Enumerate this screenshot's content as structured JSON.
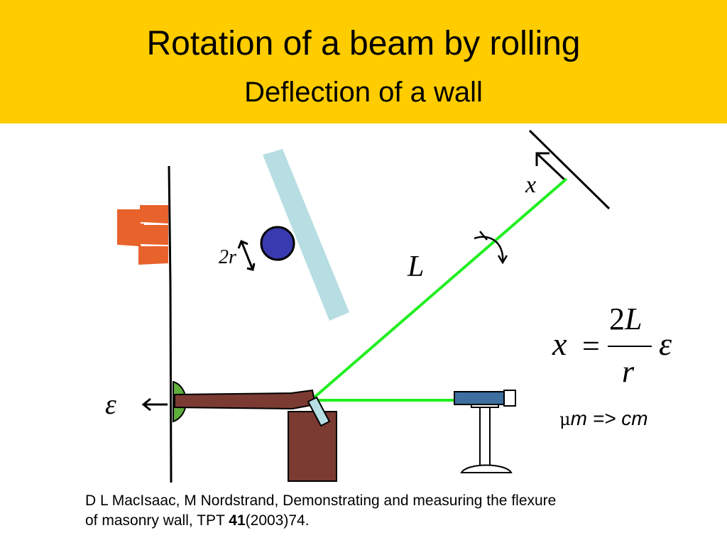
{
  "header": {
    "title": "Rotation of a beam by rolling",
    "subtitle": "Deflection of a wall"
  },
  "diagram_labels": {
    "x": "x",
    "L": "L",
    "two_r": "2r",
    "epsilon": "ε"
  },
  "formula": {
    "lhs": "x",
    "equals": "=",
    "numerator_coeff": "2",
    "numerator_var": "L",
    "denominator": "r",
    "rhs": "ε"
  },
  "conversion": {
    "prefix": "μ",
    "text": "m => cm"
  },
  "citation": {
    "line1": "D L MacIsaac, M Nordstrand, Demonstrating and measuring the flexure",
    "line2_start": "of masonry wall, TPT ",
    "volume": "41",
    "line2_end": "(2003)74."
  },
  "colors": {
    "header": "#FFCC00",
    "laser": "#22EE22",
    "beam": "#7B3B33",
    "ball": "#3A3AB0",
    "mirror_bar": "#B7DEE2",
    "bricks": "#E8622C",
    "contact": "#5FAF3C",
    "telescope": "#3D6FA0"
  }
}
